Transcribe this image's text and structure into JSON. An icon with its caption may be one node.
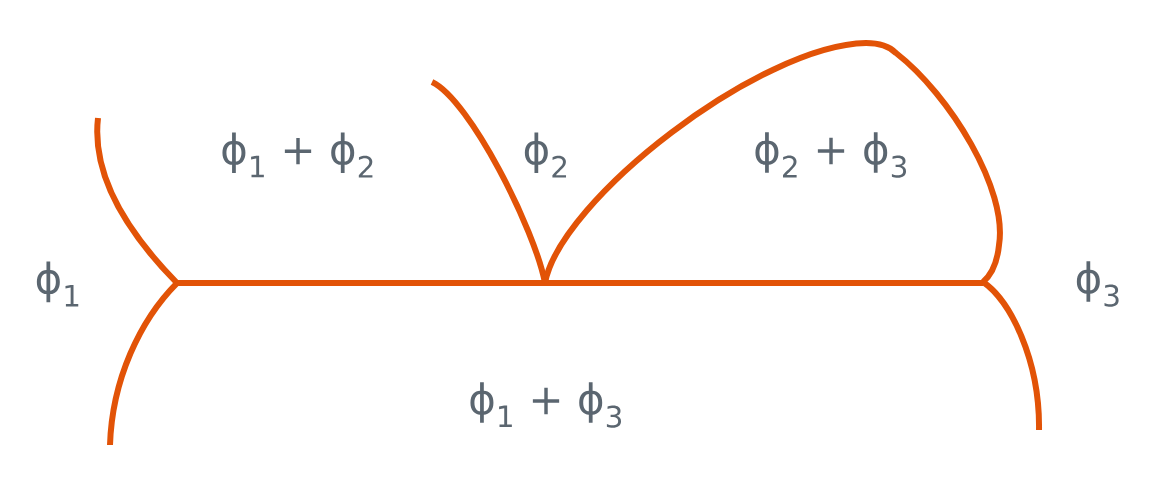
{
  "diagram": {
    "labels": [
      "ϕ$_{1}$ + ϕ$_{2}$",
      "ϕ$_{2}$",
      "ϕ$_{2}$ + ϕ$_{3}$",
      "ϕ$_{1}$",
      "ϕ$_{3}$",
      "ϕ$_{1}$ + ϕ$_{3}$"
    ]
  }
}
